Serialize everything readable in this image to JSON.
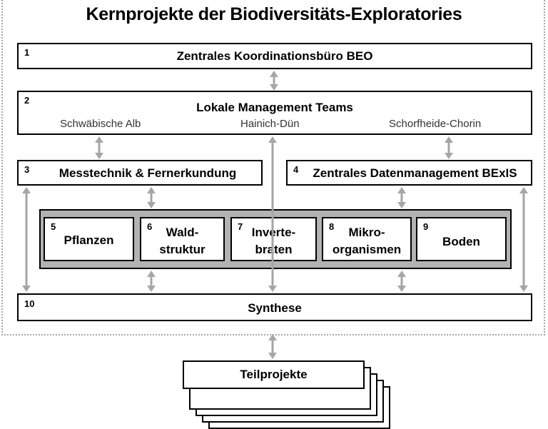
{
  "title": "Kernprojekte der Biodiversitäts-Exploratories",
  "boxes": {
    "coord": {
      "num": "1",
      "label": "Zentrales Koordinationsbüro BEO"
    },
    "teams": {
      "num": "2",
      "label": "Lokale Management Teams",
      "regions": [
        "Schwäbische Alb",
        "Hainich-Dün",
        "Schorfheide-Chorin"
      ]
    },
    "mess": {
      "num": "3",
      "label": "Messtechnik & Fernerkundung"
    },
    "daten": {
      "num": "4",
      "label": "Zentrales Datenmanagement BExIS"
    },
    "synth": {
      "num": "10",
      "label": "Synthese"
    }
  },
  "inner": [
    {
      "num": "5",
      "line1": "Pflanzen",
      "line2": ""
    },
    {
      "num": "6",
      "line1": "Wald-",
      "line2": "struktur"
    },
    {
      "num": "7",
      "line1": "Inverte-",
      "line2": "braten"
    },
    {
      "num": "8",
      "line1": "Mikro-",
      "line2": "organismen"
    },
    {
      "num": "9",
      "line1": "Boden",
      "line2": ""
    }
  ],
  "teilprojekte": "Teilprojekte",
  "colors": {
    "arrow": "#a6a6a6",
    "panel": "#b3b3b3",
    "frame": "#a6a6a6"
  }
}
